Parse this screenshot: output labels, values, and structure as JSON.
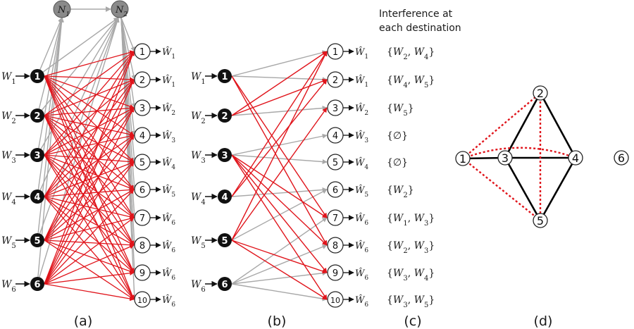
{
  "panels": {
    "a": {
      "caption": "(a)"
    },
    "b": {
      "caption": "(b)"
    },
    "c": {
      "caption": "(c)"
    },
    "d": {
      "caption": "(d)"
    }
  },
  "relays": [
    "N1",
    "N2"
  ],
  "sources": [
    {
      "id": "1",
      "message": "W1"
    },
    {
      "id": "2",
      "message": "W2"
    },
    {
      "id": "3",
      "message": "W3"
    },
    {
      "id": "4",
      "message": "W4"
    },
    {
      "id": "5",
      "message": "W5"
    },
    {
      "id": "6",
      "message": "W6"
    }
  ],
  "destinations": [
    {
      "id": "1",
      "decoded": "Ŵ1",
      "interference": "{W2, W4}"
    },
    {
      "id": "2",
      "decoded": "Ŵ1",
      "interference": "{W4, W5}"
    },
    {
      "id": "3",
      "decoded": "Ŵ2",
      "interference": "{W5}"
    },
    {
      "id": "4",
      "decoded": "Ŵ3",
      "interference": "{∅}"
    },
    {
      "id": "5",
      "decoded": "Ŵ4",
      "interference": "{∅}"
    },
    {
      "id": "6",
      "decoded": "Ŵ5",
      "interference": "{W2}"
    },
    {
      "id": "7",
      "decoded": "Ŵ6",
      "interference": "{W1, W3}"
    },
    {
      "id": "8",
      "decoded": "Ŵ6",
      "interference": "{W2, W3}"
    },
    {
      "id": "9",
      "decoded": "Ŵ6",
      "interference": "{W3, W4}"
    },
    {
      "id": "10",
      "decoded": "Ŵ6",
      "interference": "{W3, W5}"
    }
  ],
  "panel_c_header": [
    "Interference at",
    "each destination"
  ],
  "panel_b_edges": {
    "gray": [
      [
        1,
        1
      ],
      [
        1,
        2
      ],
      [
        2,
        3
      ],
      [
        3,
        4
      ],
      [
        3,
        5
      ],
      [
        4,
        6
      ],
      [
        5,
        6
      ],
      [
        6,
        7
      ],
      [
        6,
        8
      ],
      [
        6,
        9
      ],
      [
        6,
        10
      ]
    ],
    "red": [
      [
        1,
        7
      ],
      [
        1,
        8
      ],
      [
        2,
        1
      ],
      [
        2,
        2
      ],
      [
        3,
        7
      ],
      [
        3,
        8
      ],
      [
        3,
        9
      ],
      [
        3,
        10
      ],
      [
        4,
        1
      ],
      [
        4,
        2
      ],
      [
        5,
        1
      ],
      [
        5,
        3
      ],
      [
        5,
        9
      ],
      [
        5,
        10
      ]
    ]
  },
  "panel_d": {
    "nodes": [
      "1",
      "2",
      "3",
      "4",
      "5",
      "6"
    ],
    "solid_edges": [
      [
        "3",
        "4"
      ],
      [
        "3",
        "2"
      ],
      [
        "3",
        "5"
      ],
      [
        "2",
        "4"
      ],
      [
        "4",
        "5"
      ]
    ],
    "dotted_edges": [
      [
        "1",
        "2"
      ],
      [
        "1",
        "4"
      ],
      [
        "1",
        "5"
      ],
      [
        "2",
        "5"
      ]
    ],
    "colors": {
      "solid": "#000000",
      "dotted": "#e0141b"
    }
  },
  "colors": {
    "red": "#e0141b",
    "gray": "#a8a8a8",
    "node_dark": "#111111",
    "relay": "#8a8a8a"
  }
}
